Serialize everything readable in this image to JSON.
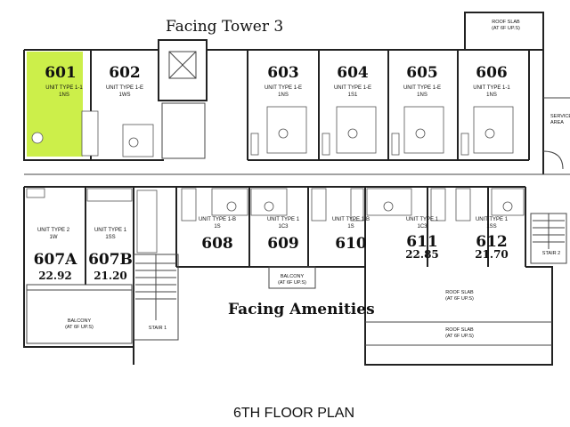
{
  "headings": {
    "top": "Facing Tower 3",
    "bottom": "Facing Amenities",
    "floor_plan": "6TH FLOOR PLAN"
  },
  "highlight_color": "#ccef4a",
  "units": [
    {
      "id": "601",
      "type": "UNIT TYPE 1-1",
      "config": "1NS",
      "area": "",
      "highlighted": true
    },
    {
      "id": "602",
      "type": "UNIT TYPE 1-E",
      "config": "1WS",
      "area": "",
      "highlighted": false
    },
    {
      "id": "603",
      "type": "UNIT TYPE 1-E",
      "config": "1NS",
      "area": "",
      "highlighted": false
    },
    {
      "id": "604",
      "type": "UNIT TYPE 1-E",
      "config": "1S1",
      "area": "",
      "highlighted": false
    },
    {
      "id": "605",
      "type": "UNIT TYPE 1-E",
      "config": "1NS",
      "area": "",
      "highlighted": false
    },
    {
      "id": "606",
      "type": "UNIT TYPE 1-1",
      "config": "1NS",
      "area": "",
      "highlighted": false
    },
    {
      "id": "607A",
      "type": "UNIT TYPE 2",
      "config": "1W",
      "area": "22.92",
      "highlighted": false
    },
    {
      "id": "607B",
      "type": "UNIT TYPE 1",
      "config": "1SS",
      "area": "21.20",
      "highlighted": false
    },
    {
      "id": "608",
      "type": "UNIT TYPE 1-B",
      "config": "1S",
      "area": "",
      "highlighted": false
    },
    {
      "id": "609",
      "type": "UNIT TYPE 1",
      "config": "1C3",
      "area": "",
      "highlighted": false
    },
    {
      "id": "610",
      "type": "UNIT TYPE 1-B",
      "config": "1S",
      "area": "",
      "highlighted": false
    },
    {
      "id": "611",
      "type": "UNIT TYPE 1",
      "config": "1C3",
      "area": "22.85",
      "highlighted": false
    },
    {
      "id": "612",
      "type": "UNIT TYPE 1",
      "config": "1SS",
      "area": "21.70",
      "highlighted": false
    }
  ],
  "areas": {
    "roof_slab_top": "ROOF SLAB",
    "roof_slab_top_note": "(AT 6F UP.S)",
    "service_area": "SERVICE AREA",
    "balcony_left": "BALCONY",
    "balcony_left_note": "(AT 6F UP.S)",
    "balcony_mid": "BALCONY",
    "balcony_mid_note": "(AT 6F UP.S)",
    "stair_1": "STAIR 1",
    "stair_2": "STAIR 2",
    "roof_slab_mid": "ROOF SLAB",
    "roof_slab_mid_note": "(AT 6F UP.S)",
    "roof_slab_bottom": "ROOF SLAB",
    "roof_slab_bottom_note": "(AT 6F UP.S)"
  }
}
